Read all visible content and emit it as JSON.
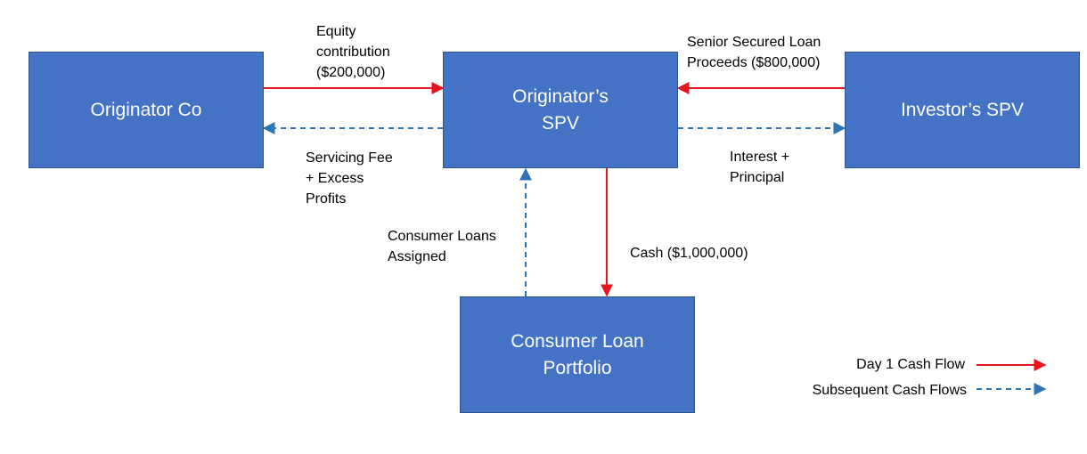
{
  "nodes": {
    "originator_co": "Originator Co",
    "originator_spv": "Originator’s\nSPV",
    "investor_spv": "Investor’s SPV",
    "consumer_loan_portfolio": "Consumer Loan\nPortfolio"
  },
  "edge_labels": {
    "equity": "Equity\ncontribution\n($200,000)",
    "senior_loan": "Senior Secured Loan\nProceeds ($800,000)",
    "servicing": "Servicing Fee\n+ Excess\nProfits",
    "interest": "Interest +\nPrincipal",
    "loans_assigned": "Consumer Loans\nAssigned",
    "cash": "Cash ($1,000,000)"
  },
  "legend": {
    "day1": "Day 1 Cash Flow",
    "subsequent": "Subsequent Cash Flows"
  },
  "colors": {
    "box_fill": "#4472c4",
    "box_border": "#2f528f",
    "day1_arrow": "#e8141b",
    "subsequent_arrow": "#2e75b6"
  }
}
